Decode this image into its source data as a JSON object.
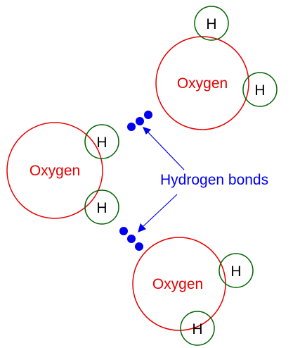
{
  "diagram": {
    "oxygen_label": "Oxygen",
    "hydrogen_label": "H",
    "bond_label": "Hydrogen bonds",
    "colors": {
      "oxygen": "#e60000",
      "hydrogen": "#006400",
      "bond": "#0000ee",
      "text": "#000000"
    }
  }
}
